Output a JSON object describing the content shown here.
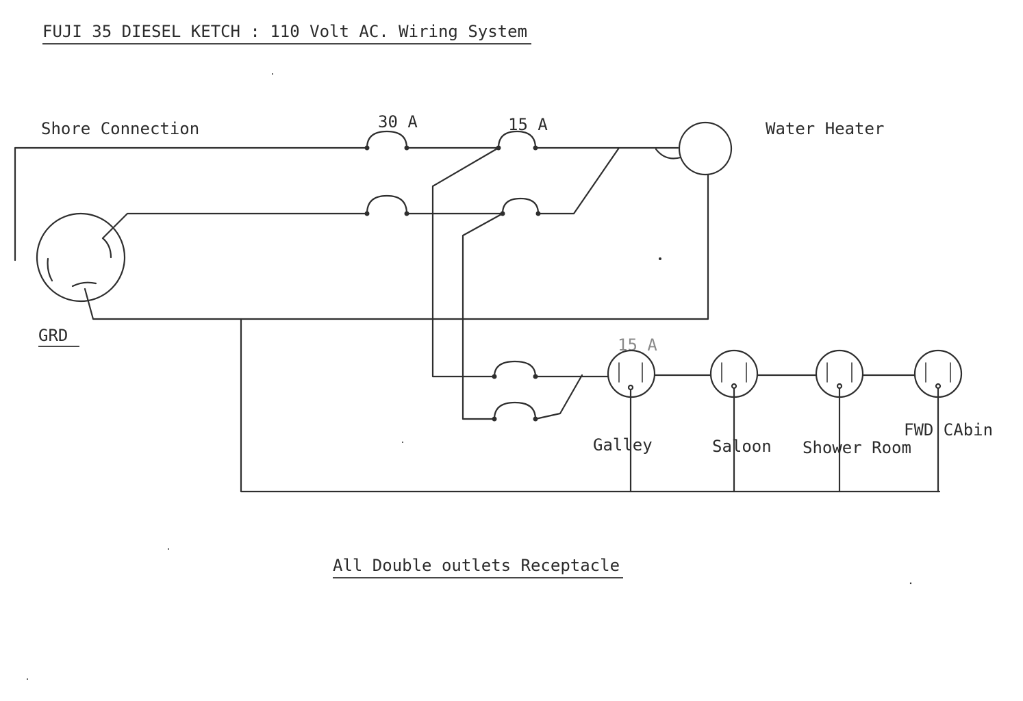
{
  "title": "FUJI 35 DIESEL KETCH : 110 Volt AC. Wiring System",
  "labels": {
    "shore_connection": "Shore Connection",
    "water_heater": "Water Heater",
    "grd": "GRD",
    "breaker_30a": "30 A",
    "breaker_15a": "15 A",
    "breaker_outlet": "15 A",
    "galley": "Galley",
    "saloon": "Saloon",
    "shower_room": "Shower Room",
    "fwd_cabin": "FWD  CAbin"
  },
  "footer": "All Double outlets Receptacle"
}
